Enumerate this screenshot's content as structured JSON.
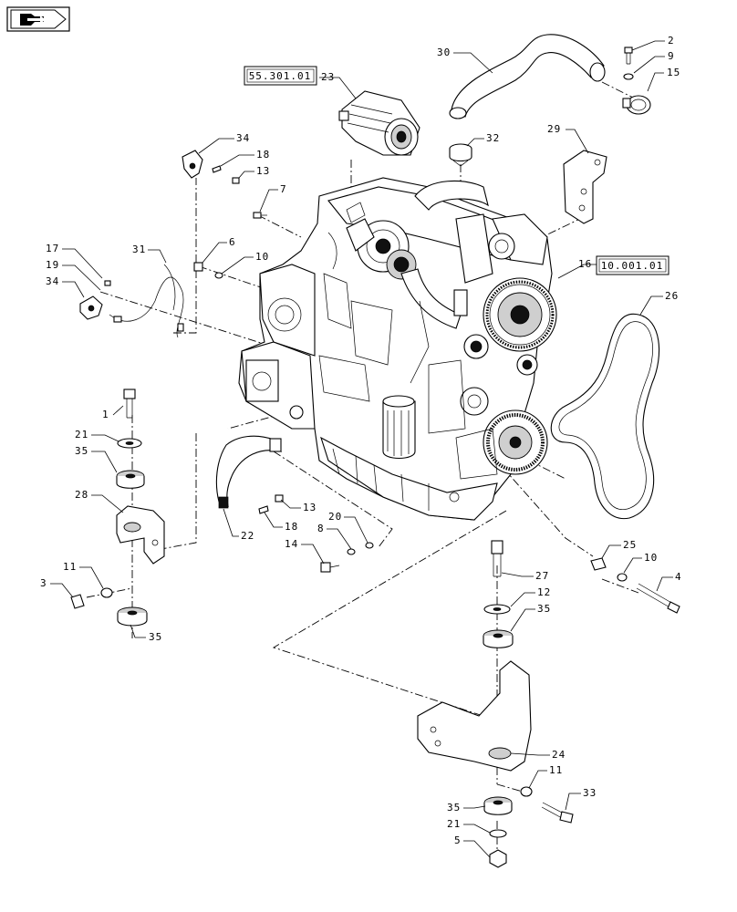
{
  "nav_icon": "bookmark-arrow-icon",
  "reference_boxes": [
    "55.301.01",
    "10.001.01"
  ],
  "callouts": {
    "c1": "1",
    "c2": "2",
    "c3": "3",
    "c4": "4",
    "c5": "5",
    "c6": "6",
    "c7": "7",
    "c8": "8",
    "c9": "9",
    "c10a": "10",
    "c10b": "10",
    "c11a": "11",
    "c11b": "11",
    "c12": "12",
    "c13a": "13",
    "c13b": "13",
    "c14": "14",
    "c15": "15",
    "c16": "16",
    "c17": "17",
    "c18a": "18",
    "c18b": "18",
    "c19": "19",
    "c20": "20",
    "c21a": "21",
    "c21b": "21",
    "c22": "22",
    "c23": "23",
    "c24": "24",
    "c25": "25",
    "c26": "26",
    "c27": "27",
    "c28": "28",
    "c29": "29",
    "c30": "30",
    "c31": "31",
    "c32": "32",
    "c33": "33",
    "c34a": "34",
    "c34b": "34",
    "c35a": "35",
    "c35b": "35",
    "c35c": "35",
    "c35d": "35"
  }
}
